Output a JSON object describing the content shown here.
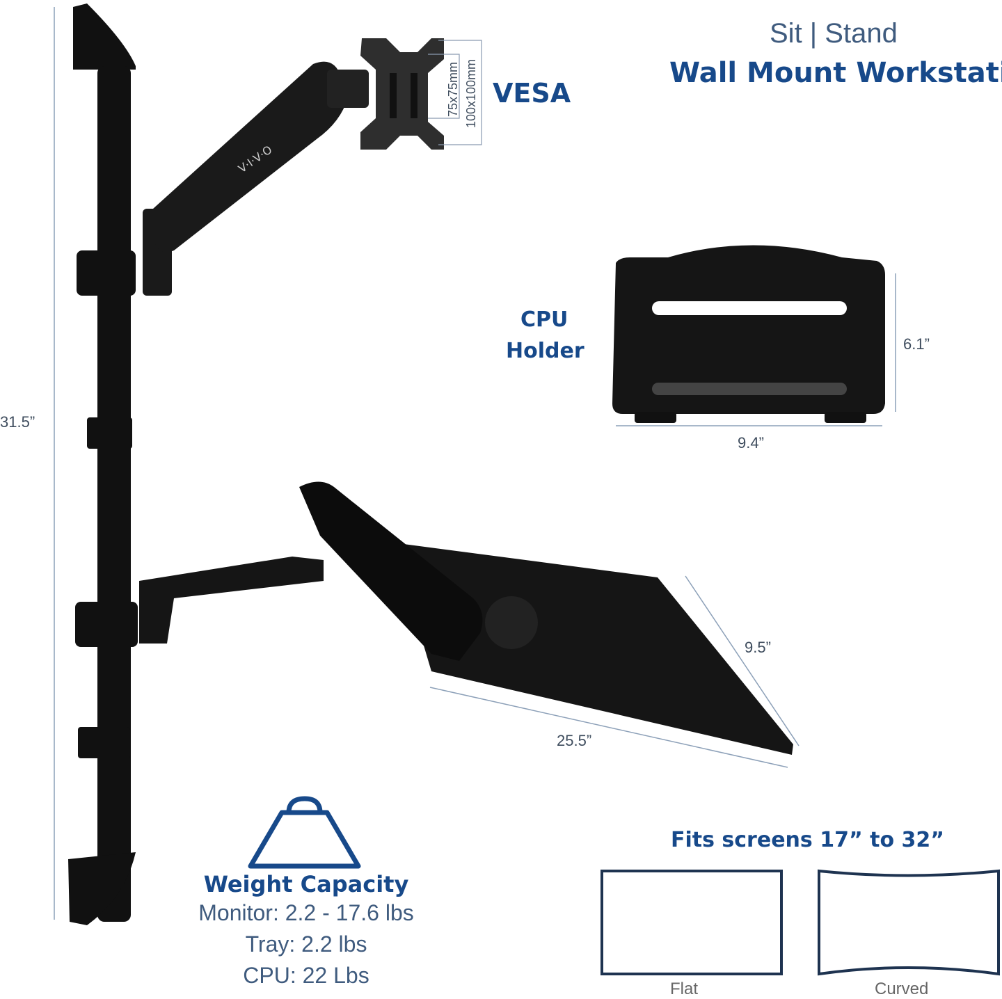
{
  "header": {
    "subtitle": "Sit | Stand",
    "title": "Wall Mount Workstation"
  },
  "vesa": {
    "label": "VESA",
    "small": "75x75mm",
    "large": "100x100mm"
  },
  "cpu_holder": {
    "label_line1": "CPU",
    "label_line2": "Holder",
    "height": "6.1”",
    "width": "9.4”"
  },
  "pole": {
    "height": "31.5”",
    "brand": "V·I·V·O"
  },
  "tray": {
    "depth": "9.5”",
    "width": "25.5”"
  },
  "weight": {
    "title": "Weight Capacity",
    "monitor": "Monitor: 2.2 - 17.6 lbs",
    "tray": "Tray: 2.2 lbs",
    "cpu": "CPU: 22 Lbs"
  },
  "screens": {
    "title": "Fits screens 17” to 32”",
    "flat": "Flat",
    "curved": "Curved"
  },
  "colors": {
    "accent": "#17498a",
    "product": "#111111"
  }
}
